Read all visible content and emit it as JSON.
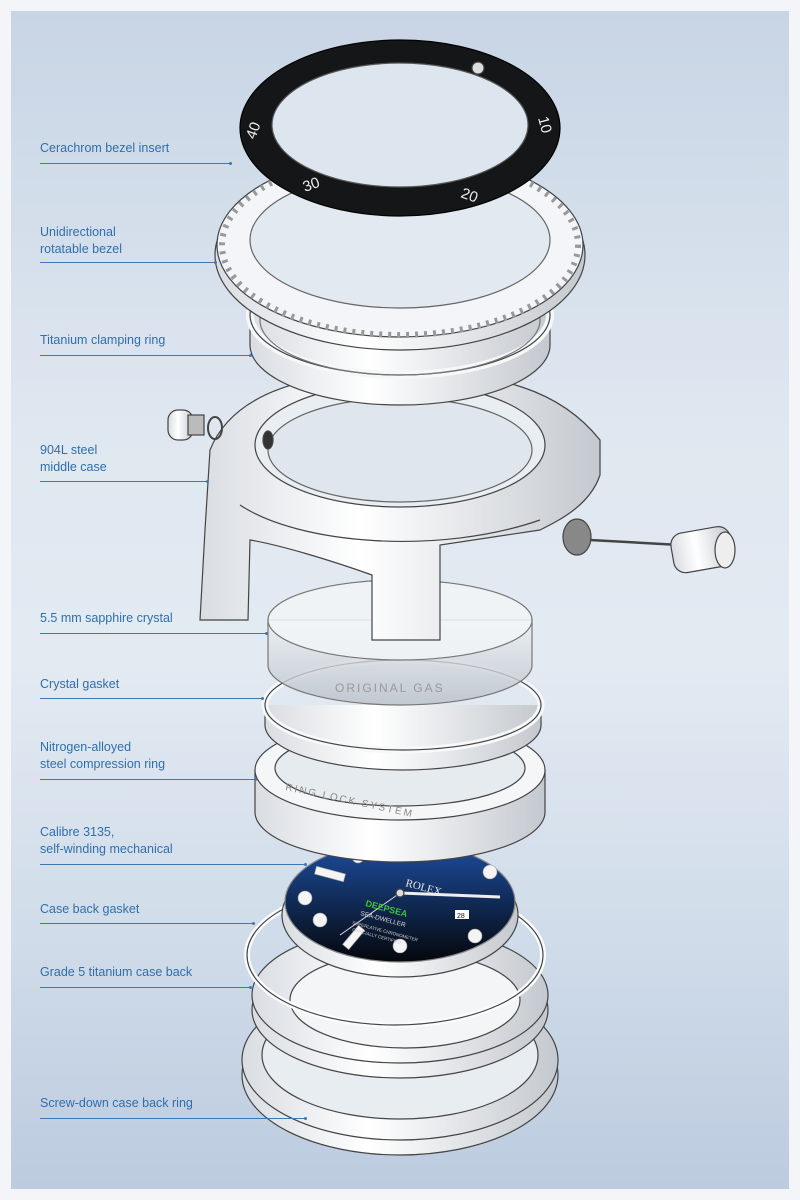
{
  "labels": [
    {
      "text": "Cerachrom bezel insert"
    },
    {
      "text": "Unidirectional\nrotatable bezel"
    },
    {
      "text": "Titanium clamping ring"
    },
    {
      "text": "904L steel\nmiddle case"
    },
    {
      "text": "5.5 mm sapphire crystal"
    },
    {
      "text": "Crystal gasket"
    },
    {
      "text": "Nitrogen-alloyed\nsteel compression ring"
    },
    {
      "text": "Calibre 3135,\nself-winding mechanical"
    },
    {
      "text": "Case back gasket"
    },
    {
      "text": "Grade 5 titanium case back"
    },
    {
      "text": "Screw-down case back ring"
    }
  ],
  "illustration": {
    "bezel_numerals": [
      "10",
      "20",
      "30",
      "40"
    ],
    "crystal_engraving": "ORIGINAL GAS",
    "ring_engraving": "RING LOCK SYSTEM",
    "dial": {
      "brand": "ROLEX",
      "model": "DEEPSEA",
      "model_sub": "SEA-DWELLER",
      "certification": "SUPERLATIVE CHRONOMETER",
      "certification_2": "OFFICIALLY CERTIFIED",
      "date": "28"
    }
  },
  "colors": {
    "label": "#2f6fae",
    "leader_line": "#3d78b4",
    "bezel": "#151618",
    "dial_top": "#1d4ea0",
    "dial_bottom": "#05070c",
    "model_green": "#3fbf3a"
  }
}
